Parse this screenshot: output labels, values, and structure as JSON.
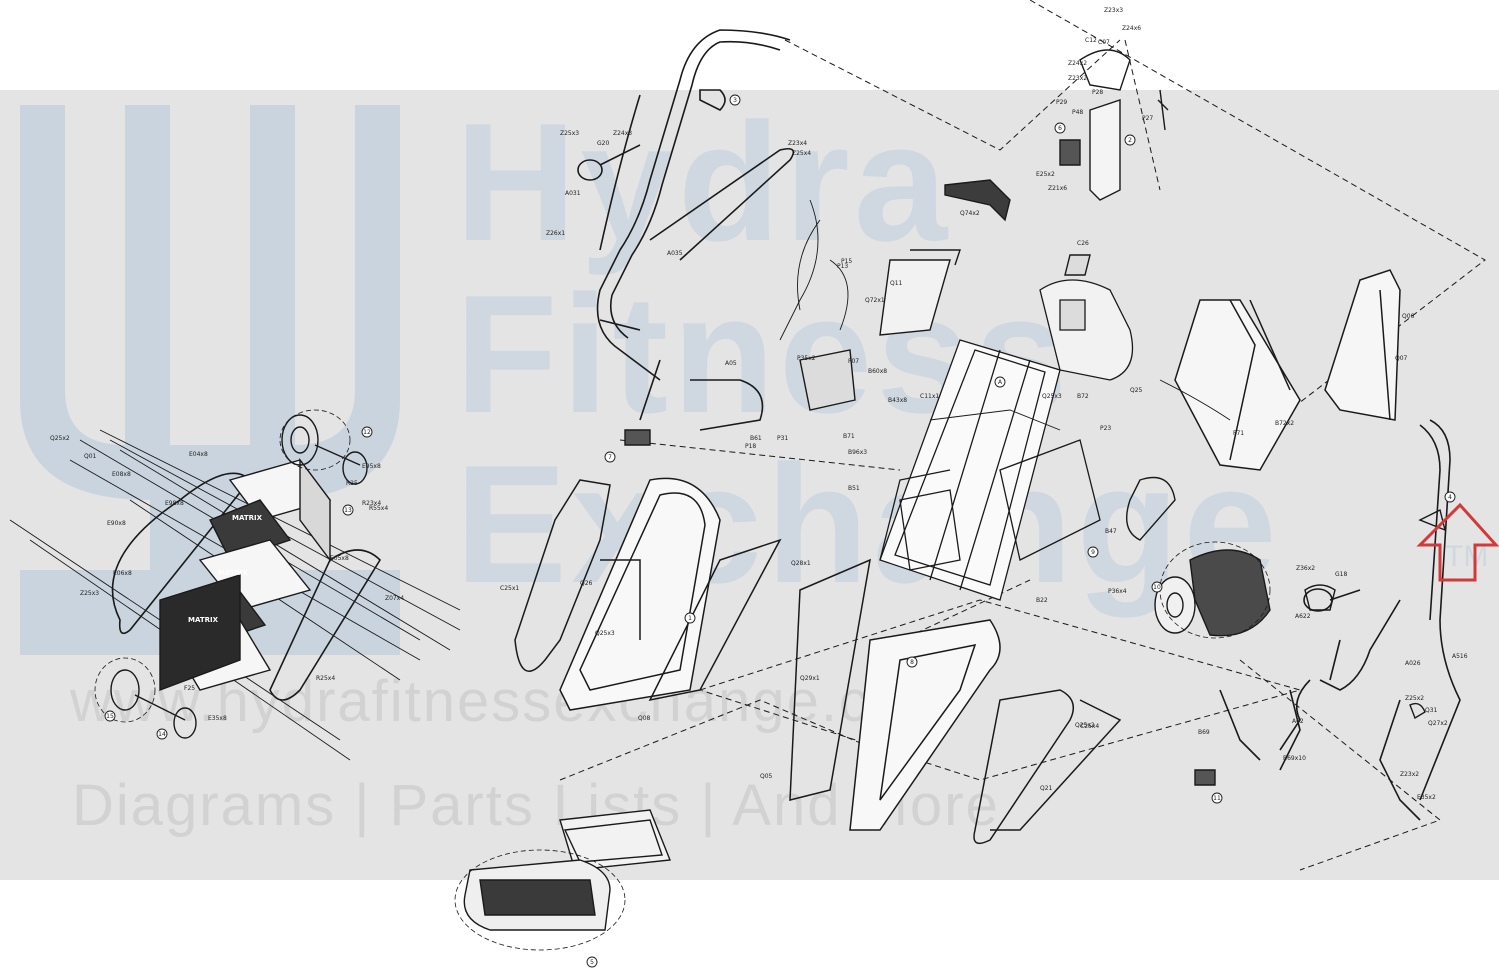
{
  "watermark": {
    "brand_line1": "Hydra",
    "brand_line2": "Fitness",
    "brand_line3": "Exchange",
    "trademark": "TM",
    "url": "www.hydrafitnessexchange.com",
    "tagline": "Diagrams | Parts Lists | And More"
  },
  "colors": {
    "band": "#e4e4e4",
    "logo": "#c9d4de",
    "line": "#1a1a1a",
    "callout_arrow": "#d23a3a"
  },
  "drawing": {
    "step_brand": "MATRIX",
    "callouts": [
      "A",
      "1",
      "2",
      "3",
      "4",
      "5",
      "6",
      "7",
      "8",
      "9",
      "10",
      "11",
      "12",
      "13",
      "14",
      "15"
    ],
    "part_labels": [
      "Z23x3",
      "Z24x6",
      "C12",
      "C07",
      "Z24x2",
      "Z23x2",
      "P28",
      "P29",
      "P48",
      "P27",
      "E25x2",
      "Z21x6",
      "Z25x3",
      "Z24x3",
      "G20",
      "A031",
      "Z26x1",
      "Z23x4",
      "Z25x4",
      "A035",
      "Q11",
      "Q74x2",
      "C26",
      "A05",
      "P35x2",
      "F07",
      "P15",
      "P13",
      "Q72x1",
      "B71",
      "B60x8",
      "B96x3",
      "B43x8",
      "B51",
      "C11x1",
      "Q25x3",
      "B72",
      "B61",
      "P18",
      "P31",
      "P23",
      "Q25",
      "F71",
      "B72x2",
      "Q06",
      "Q07",
      "Q25x2",
      "Q01",
      "E08x8",
      "E04x8",
      "E98x8",
      "E05x8",
      "E90x8",
      "E06x8",
      "E95x8",
      "R25",
      "R23x4",
      "Z07x4",
      "R55x4",
      "Z25x3",
      "R25x4",
      "F25",
      "E35x8",
      "C25x1",
      "Q28x1",
      "Q26",
      "Q25x3",
      "B47",
      "B22",
      "P36x4",
      "Z36x2",
      "G18",
      "A622",
      "A516",
      "A026",
      "Z25x2",
      "Q31",
      "Q27x2",
      "Z23x2",
      "E35x2",
      "Q29x1",
      "C25x4",
      "Q05",
      "Q08",
      "Q21",
      "Q25x2",
      "B69",
      "A02",
      "B69x10"
    ]
  }
}
